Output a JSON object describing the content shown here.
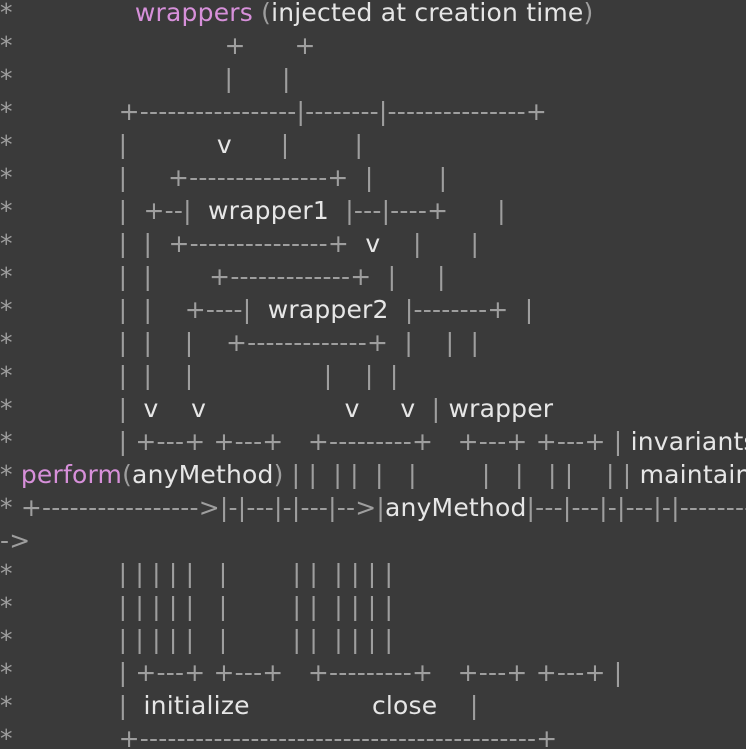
{
  "lines": [
    {
      "segments": [
        {
          "t": "*",
          "k": "punct"
        },
        {
          "t": "               ",
          "k": "punct"
        },
        {
          "t": "wrappers",
          "k": "kw"
        },
        {
          "t": " (",
          "k": "punct"
        },
        {
          "t": "injected at creation time",
          "k": "id"
        },
        {
          "t": ")",
          "k": "punct"
        }
      ]
    },
    {
      "segments": [
        {
          "t": "*                          +      +",
          "k": "punct"
        }
      ]
    },
    {
      "segments": [
        {
          "t": "*                          |      |",
          "k": "punct"
        }
      ]
    },
    {
      "segments": [
        {
          "t": "*             +-----------------|--------|---------------+",
          "k": "punct"
        }
      ]
    },
    {
      "segments": [
        {
          "t": "*             |           ",
          "k": "punct"
        },
        {
          "t": "v",
          "k": "id"
        },
        {
          "t": "      |        |",
          "k": "punct"
        }
      ]
    },
    {
      "segments": [
        {
          "t": "*             |     +---------------+  |        |",
          "k": "punct"
        }
      ]
    },
    {
      "segments": [
        {
          "t": "*             |  +--|  ",
          "k": "punct"
        },
        {
          "t": "wrapper1",
          "k": "id"
        },
        {
          "t": "  |---|----+      |",
          "k": "punct"
        }
      ]
    },
    {
      "segments": [
        {
          "t": "*             |  |  +---------------+  ",
          "k": "punct"
        },
        {
          "t": "v",
          "k": "id"
        },
        {
          "t": "    |      |",
          "k": "punct"
        }
      ]
    },
    {
      "segments": [
        {
          "t": "*             |  |       +-------------+  |     |",
          "k": "punct"
        }
      ]
    },
    {
      "segments": [
        {
          "t": "*             |  |    +----|  ",
          "k": "punct"
        },
        {
          "t": "wrapper2",
          "k": "id"
        },
        {
          "t": "  |--------+  |",
          "k": "punct"
        }
      ]
    },
    {
      "segments": [
        {
          "t": "*             |  |    |    +-------------+  |    |  |",
          "k": "punct"
        }
      ]
    },
    {
      "segments": [
        {
          "t": "*             |  |    |                |    |  |",
          "k": "punct"
        }
      ]
    },
    {
      "segments": [
        {
          "t": "*             |  ",
          "k": "punct"
        },
        {
          "t": "v",
          "k": "id"
        },
        {
          "t": "    ",
          "k": "punct"
        },
        {
          "t": "v",
          "k": "id"
        },
        {
          "t": "                 ",
          "k": "punct"
        },
        {
          "t": "v",
          "k": "id"
        },
        {
          "t": "     ",
          "k": "punct"
        },
        {
          "t": "v",
          "k": "id"
        },
        {
          "t": "  | ",
          "k": "punct"
        },
        {
          "t": "wrapper",
          "k": "id"
        }
      ]
    },
    {
      "segments": [
        {
          "t": "*             | +---+ +---+   +---------+   +---+ +---+ | ",
          "k": "punct"
        },
        {
          "t": "invariants",
          "k": "id"
        }
      ]
    },
    {
      "segments": [
        {
          "t": "* ",
          "k": "punct"
        },
        {
          "t": "perform",
          "k": "kw"
        },
        {
          "t": "(",
          "k": "punct"
        },
        {
          "t": "anyMethod",
          "k": "id"
        },
        {
          "t": ") | |  | |  |   |        |   |   | |    | | ",
          "k": "punct"
        },
        {
          "t": "maintained",
          "k": "id"
        }
      ]
    },
    {
      "segments": [
        {
          "t": "* +----------------->|-|---|-|---|-->|",
          "k": "punct"
        },
        {
          "t": "anyMethod",
          "k": "id"
        },
        {
          "t": "|---|---|-|---|-|--------",
          "k": "punct"
        }
      ]
    },
    {
      "segments": [
        {
          "t": "->",
          "k": "punct"
        }
      ]
    },
    {
      "segments": [
        {
          "t": "*             | | | | |   |        | |  | | | |",
          "k": "punct"
        }
      ]
    },
    {
      "segments": [
        {
          "t": "*             | | | | |   |        | |  | | | |",
          "k": "punct"
        }
      ]
    },
    {
      "segments": [
        {
          "t": "*             | | | | |   |        | |  | | | |",
          "k": "punct"
        }
      ]
    },
    {
      "segments": [
        {
          "t": "*             | +---+ +---+   +---------+   +---+ +---+ |",
          "k": "punct"
        }
      ]
    },
    {
      "segments": [
        {
          "t": "*             |  ",
          "k": "punct"
        },
        {
          "t": "initialize",
          "k": "id"
        },
        {
          "t": "               ",
          "k": "punct"
        },
        {
          "t": "close",
          "k": "id"
        },
        {
          "t": "    |",
          "k": "punct"
        }
      ]
    },
    {
      "segments": [
        {
          "t": "*             +-------------------------------------------+",
          "k": "punct"
        }
      ]
    }
  ]
}
